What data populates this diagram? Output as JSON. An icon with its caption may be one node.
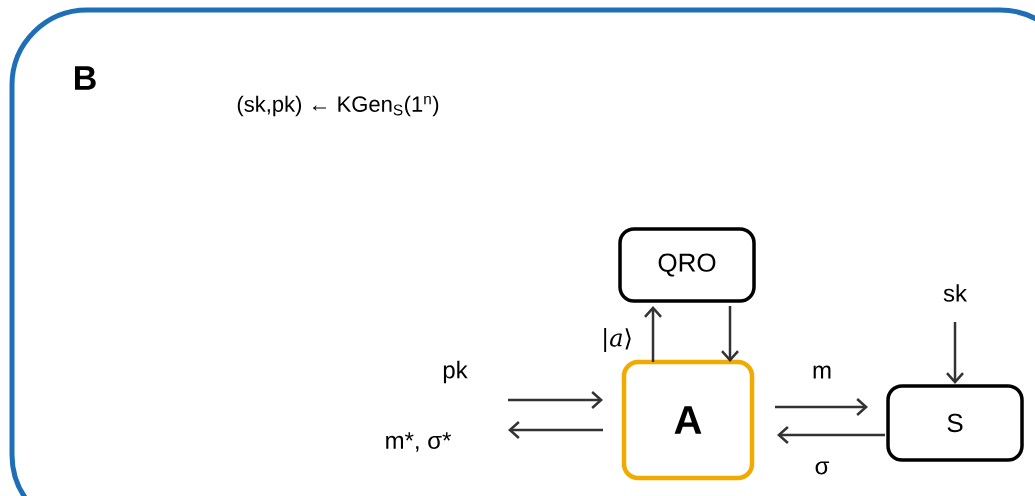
{
  "diagram": {
    "nodes": [
      {
        "text": [
          "QRO"
        ]
      },
      {
        "text": [
          "A"
        ]
      },
      {
        "text": [
          "S"
        ]
      }
    ],
    "edges": [
      {
        "from": 1,
        "to": 0,
        "arrow": "to",
        "label": "|*a*⟩"
      },
      {
        "from": 0,
        "to": 1,
        "arrow": "to"
      },
      {
        "from": null,
        "to": 1,
        "arrow": "to",
        "label": "pk"
      },
      {
        "from": 1,
        "to": null,
        "arrow": "to",
        "label": "m*, σ*"
      },
      {
        "from": 1,
        "to": 2,
        "arrow": "to",
        "label": "m"
      },
      {
        "from": 2,
        "to": 1,
        "arrow": "to",
        "label": "σ"
      },
      {
        "from": null,
        "to": 2,
        "arrow": "to",
        "label": "sk"
      }
    ],
    "labels": [
      "B",
      "(sk,pk) ← KGen$_{S}$(1$^{n}$)"
    ]
  }
}
